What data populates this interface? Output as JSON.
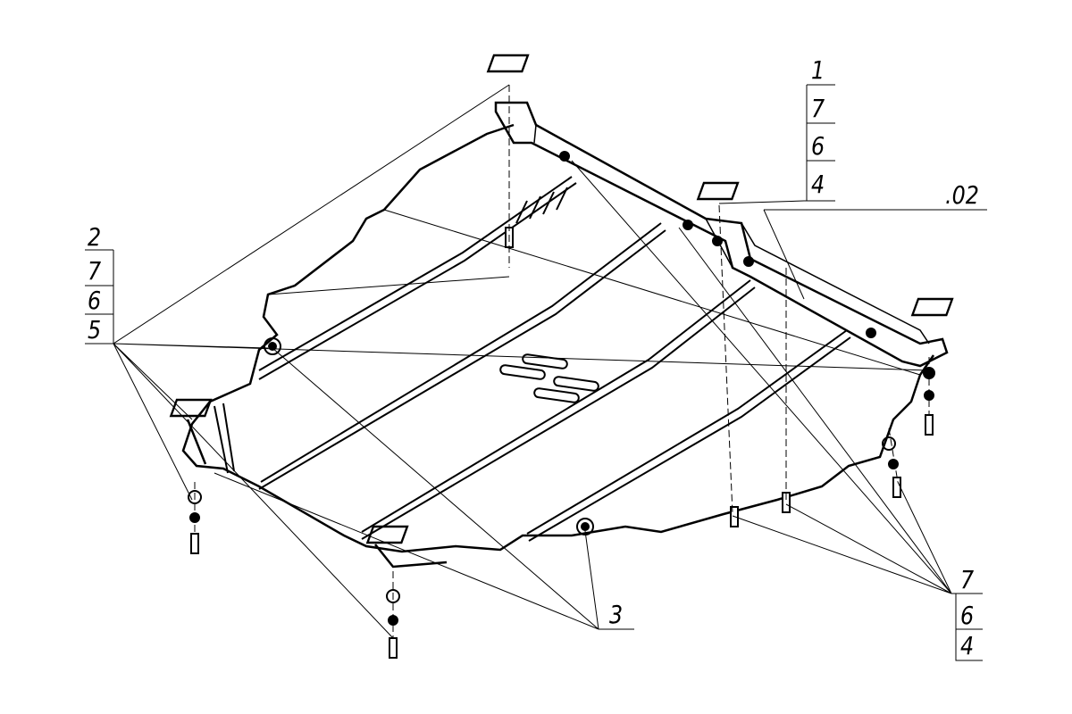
{
  "drawing": {
    "title": "Skid plate assembly exploded view",
    "callouts": {
      "top_right": [
        "1",
        "7",
        "6",
        "4"
      ],
      "left": [
        "2",
        "7",
        "6",
        "5"
      ],
      "part_ref": ".02",
      "bottom": "3",
      "bottom_right": [
        "7",
        "6",
        "4"
      ]
    },
    "colors": {
      "line": "#000000",
      "background": "#ffffff"
    }
  }
}
